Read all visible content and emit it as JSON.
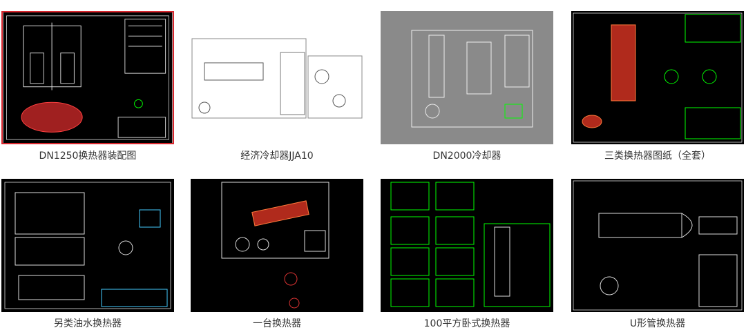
{
  "colors": {
    "label": "#333333",
    "selected_border": "#d8262d",
    "cad_bg": "#000000"
  },
  "gallery": {
    "items": [
      {
        "label": "DN1250换热器装配图",
        "selected": true,
        "theme": "black"
      },
      {
        "label": "经济冷却器JJA10",
        "selected": false,
        "theme": "white"
      },
      {
        "label": "DN2000冷却器",
        "selected": false,
        "theme": "gray"
      },
      {
        "label": "三类换热器图纸（全套）",
        "selected": false,
        "theme": "black"
      },
      {
        "label": "另类油水换热器",
        "selected": false,
        "theme": "black"
      },
      {
        "label": "一台换热器",
        "selected": false,
        "theme": "black"
      },
      {
        "label": "100平方卧式换热器",
        "selected": false,
        "theme": "black"
      },
      {
        "label": "U形管换热器",
        "selected": false,
        "theme": "black"
      }
    ]
  }
}
